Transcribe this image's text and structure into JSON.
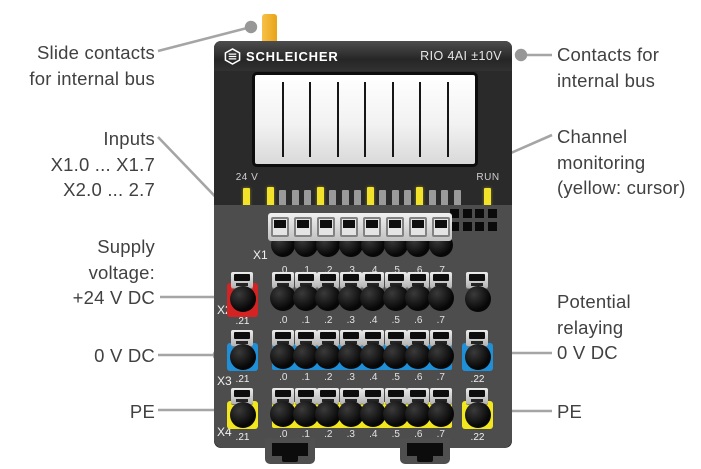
{
  "figure": {
    "callouts_left": [
      {
        "id": "slide-contacts",
        "text": "Slide contacts\nfor internal bus"
      },
      {
        "id": "inputs",
        "text": "Inputs\nX1.0 ... X1.7\nX2.0 ... 2.7"
      },
      {
        "id": "supply-voltage",
        "text": "Supply\nvoltage:\n+24 V DC"
      },
      {
        "id": "zero-v-dc",
        "text": "0 V DC"
      },
      {
        "id": "pe-left",
        "text": "PE"
      }
    ],
    "callouts_right": [
      {
        "id": "contacts-internal-bus",
        "text": "Contacts for\ninternal bus"
      },
      {
        "id": "channel-monitoring",
        "text": "Channel\nmonitoring\n(yellow: cursor)"
      },
      {
        "id": "potential-relaying",
        "text": "Potential\nrelaying\n0 V DC"
      },
      {
        "id": "pe-right",
        "text": "PE"
      }
    ]
  },
  "device": {
    "brand": "SCHLEICHER",
    "model": "RIO 4AI ±10V",
    "display_slots": 8,
    "leds": {
      "left_label": "24 V",
      "right_label": "RUN",
      "channel_pattern": [
        "yellow",
        "gray",
        "gray",
        "gray",
        "yellow",
        "gray",
        "gray",
        "gray",
        "yellow",
        "gray",
        "gray",
        "gray",
        "yellow",
        "gray",
        "gray",
        "gray"
      ]
    },
    "bus_contacts": {
      "rows": 2,
      "cols": 4
    },
    "terminal_rows": [
      {
        "id": "X1",
        "channels": [
          ".0",
          ".1",
          ".2",
          ".3",
          ".4",
          ".5",
          ".6",
          ".7"
        ]
      },
      {
        "id": "X2",
        "channels": [
          ".0",
          ".1",
          ".2",
          ".3",
          ".4",
          ".5",
          ".6",
          ".7"
        ],
        "left": {
          "color": "red",
          "label": ".21"
        },
        "right": {
          "color": "none",
          "label": ""
        }
      },
      {
        "id": "X3",
        "channels": [
          ".0",
          ".1",
          ".2",
          ".3",
          ".4",
          ".5",
          ".6",
          ".7"
        ],
        "strip": "blue",
        "left": {
          "color": "blue",
          "label": ".21"
        },
        "right": {
          "color": "blue",
          "label": ".22"
        }
      },
      {
        "id": "X4",
        "channels": [
          ".0",
          ".1",
          ".2",
          ".3",
          ".4",
          ".5",
          ".6",
          ".7"
        ],
        "strip": "yellow",
        "left": {
          "color": "yellow",
          "label": ".21"
        },
        "right": {
          "color": "yellow",
          "label": ".22"
        }
      }
    ]
  },
  "colors": {
    "terminal_red": "#d42323",
    "terminal_blue": "#1f90d8",
    "terminal_yellow": "#f2e71e",
    "led_yellow": "#f2e229",
    "led_gray": "#9a9a9a",
    "slide_contact_orange": "#e9a316",
    "callout_gray": "#9b9b9b"
  }
}
